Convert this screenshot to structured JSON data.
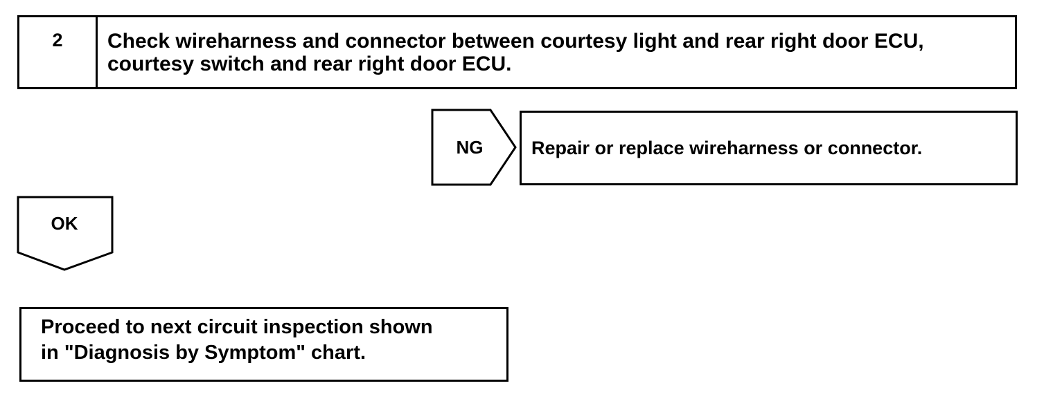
{
  "step": {
    "number": "2",
    "title": "Check wireharness and connector between courtesy light and rear right door ECU, courtesy switch and rear right door ECU."
  },
  "ng_branch": {
    "label": "NG",
    "action": "Repair or replace wireharness or connector."
  },
  "ok_branch": {
    "label": "OK",
    "action_line1": "Proceed to next circuit inspection shown",
    "action_line2": "in \"Diagnosis by Symptom\" chart."
  }
}
